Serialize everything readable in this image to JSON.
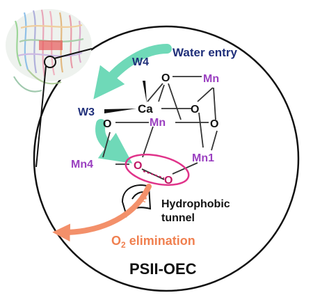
{
  "labels": {
    "water_entry": "Water entry",
    "w4": "W4",
    "w3": "W3",
    "ca": "Ca",
    "mn_top": "Mn",
    "mn_mid": "Mn",
    "mn4": "Mn4",
    "mn1": "Mn1",
    "o_top": "O",
    "o_right": "O",
    "o_mid": "O",
    "o_far_right": "O",
    "o_left": "O",
    "o_ring_left": "O",
    "o_ring_right": "O",
    "hydrophobic_line1": "Hydrophobic",
    "hydrophobic_line2": "tunnel",
    "o2_prefix": "O",
    "o2_subscript": "2",
    "o2_suffix": " elimination",
    "title": "PSII-OEC"
  },
  "colors": {
    "water_arrow": "#6fd9b8",
    "o2_arrow": "#f3906a",
    "ring": "#e0338a",
    "mn": "#9a3fc0",
    "oxygen": "#c01865",
    "water_label": "#1f2f7a"
  }
}
